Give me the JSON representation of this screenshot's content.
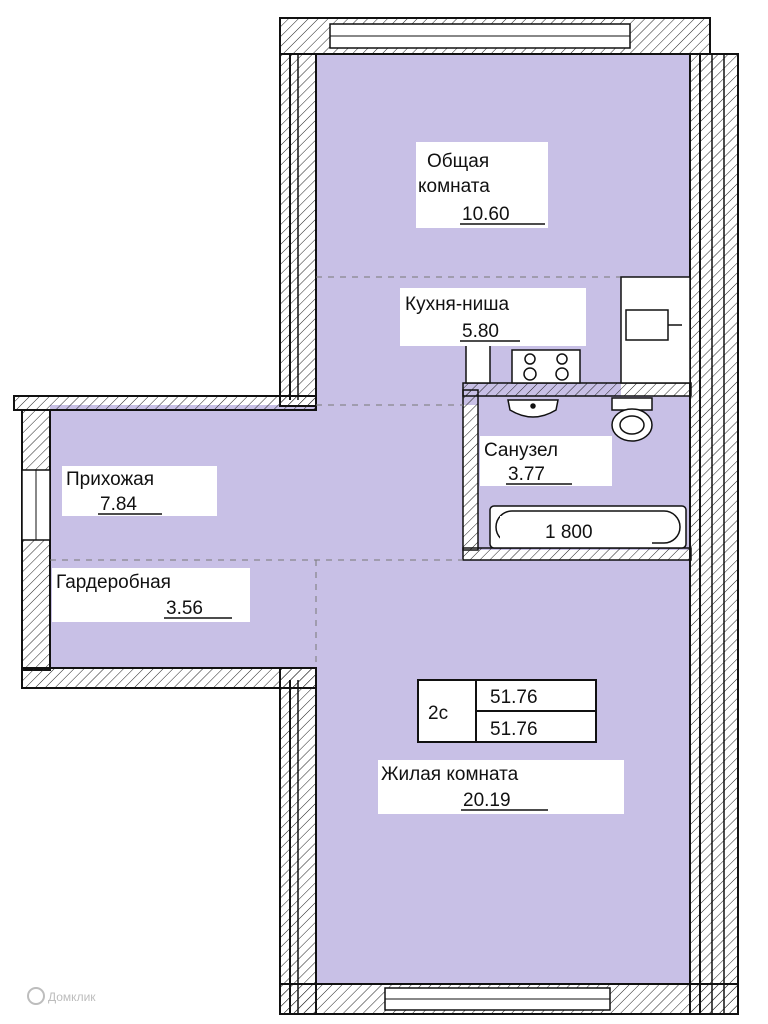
{
  "colors": {
    "room_fill": "#c8c0e6",
    "wall": "#111111",
    "background": "#ffffff"
  },
  "rooms": [
    {
      "name": "Общая\nкомната",
      "area": "10.60"
    },
    {
      "name": "Кухня-ниша",
      "area": "5.80"
    },
    {
      "name": "Санузел",
      "area": "3.77"
    },
    {
      "name": "Прихожая",
      "area": "7.84"
    },
    {
      "name": "Гардеробная",
      "area": "3.56"
    },
    {
      "name": "Жилая комната",
      "area": "20.19"
    }
  ],
  "bath_length": "1 800",
  "apartment": {
    "type": "2с",
    "total_area": "51.76",
    "living_area": "51.76"
  },
  "watermark": "Домклик"
}
